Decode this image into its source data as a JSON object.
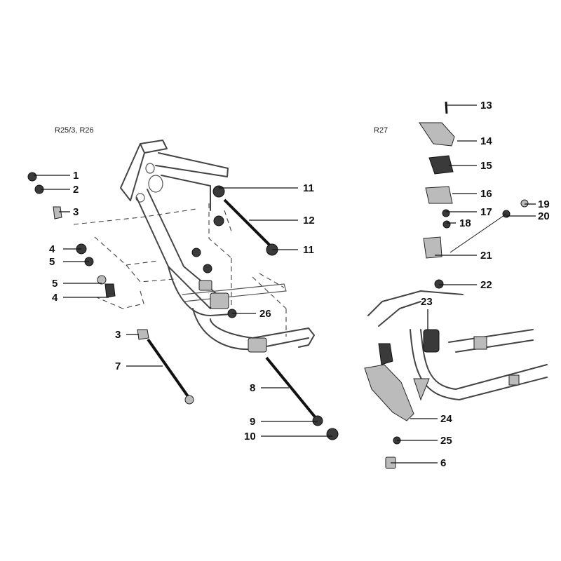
{
  "models": {
    "left": "R25/3, R26",
    "right": "R27"
  },
  "callouts": {
    "c1": "1",
    "c2": "2",
    "c3a": "3",
    "c4a": "4",
    "c5a": "5",
    "c5b": "5",
    "c4b": "4",
    "c3b": "3",
    "c7": "7",
    "c11a": "11",
    "c12": "12",
    "c11b": "11",
    "c26": "26",
    "c8": "8",
    "c9": "9",
    "c10": "10",
    "c13": "13",
    "c14": "14",
    "c15": "15",
    "c16": "16",
    "c17": "17",
    "c18": "18",
    "c19": "19",
    "c20": "20",
    "c21": "21",
    "c22": "22",
    "c23": "23",
    "c24": "24",
    "c25": "25",
    "c6": "6"
  }
}
